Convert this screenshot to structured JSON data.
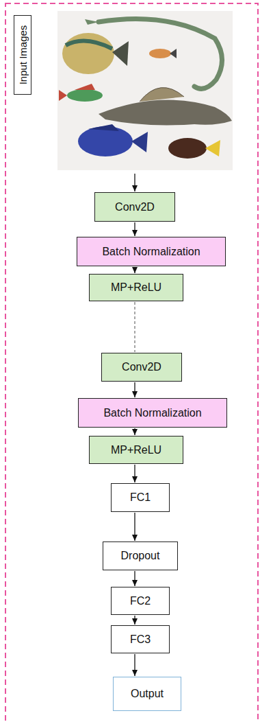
{
  "diagram": {
    "nodes": [
      {
        "text": [
          "Input Images"
        ]
      },
      {
        "text": [
          "Conv2D"
        ]
      },
      {
        "text": [
          "Batch Normalization"
        ]
      },
      {
        "text": [
          "MP+ReLU"
        ]
      },
      {
        "text": [
          "Conv2D"
        ]
      },
      {
        "text": [
          "Batch Normalization"
        ]
      },
      {
        "text": [
          "MP+ReLU"
        ]
      },
      {
        "text": [
          "FC1"
        ]
      },
      {
        "text": [
          "Dropout"
        ]
      },
      {
        "text": [
          "FC2"
        ]
      },
      {
        "text": [
          "FC3"
        ]
      },
      {
        "text": [
          "Output"
        ]
      }
    ],
    "edges": [
      {
        "from": 0,
        "to": 1,
        "arrow": "to"
      },
      {
        "from": 1,
        "to": 2,
        "arrow": "to"
      },
      {
        "from": 2,
        "to": 3,
        "arrow": "to"
      },
      {
        "from": 3,
        "to": 4,
        "arrow": "none"
      },
      {
        "from": 4,
        "to": 5,
        "arrow": "to"
      },
      {
        "from": 5,
        "to": 6,
        "arrow": "to"
      },
      {
        "from": 6,
        "to": 7,
        "arrow": "to"
      },
      {
        "from": 7,
        "to": 8,
        "arrow": "to"
      },
      {
        "from": 8,
        "to": 9,
        "arrow": "to"
      },
      {
        "from": 9,
        "to": 10,
        "arrow": "to"
      },
      {
        "from": 10,
        "to": 11,
        "arrow": "to"
      }
    ]
  }
}
